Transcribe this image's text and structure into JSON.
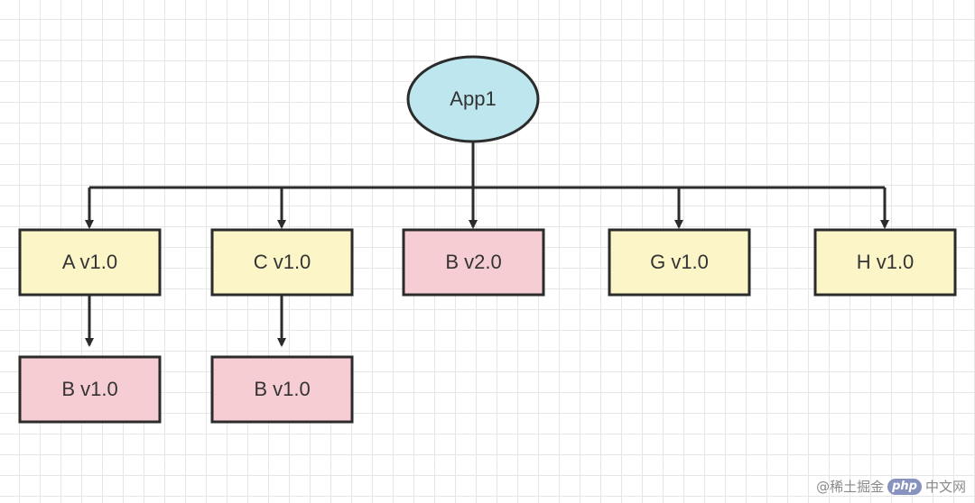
{
  "colors": {
    "root_fill": "#bde6ee",
    "dep_fill": "#fbf5c8",
    "b_fill": "#f6cdd3",
    "stroke": "#2b2b2b"
  },
  "nodes": {
    "root": {
      "label": "App1",
      "shape": "ellipse"
    },
    "a": {
      "label": "A v1.0"
    },
    "c": {
      "label": "C v1.0"
    },
    "b2": {
      "label": "B v2.0"
    },
    "g": {
      "label": "G v1.0"
    },
    "h": {
      "label": "H v1.0"
    },
    "a_b": {
      "label": "B v1.0"
    },
    "c_b": {
      "label": "B v1.0"
    }
  },
  "edges": [
    {
      "from": "root",
      "to": "a"
    },
    {
      "from": "root",
      "to": "c"
    },
    {
      "from": "root",
      "to": "b2"
    },
    {
      "from": "root",
      "to": "g"
    },
    {
      "from": "root",
      "to": "h"
    },
    {
      "from": "a",
      "to": "a_b"
    },
    {
      "from": "c",
      "to": "c_b"
    }
  ],
  "watermark": {
    "prefix": "@稀土掘金",
    "logo": "php",
    "suffix": "中文网"
  }
}
